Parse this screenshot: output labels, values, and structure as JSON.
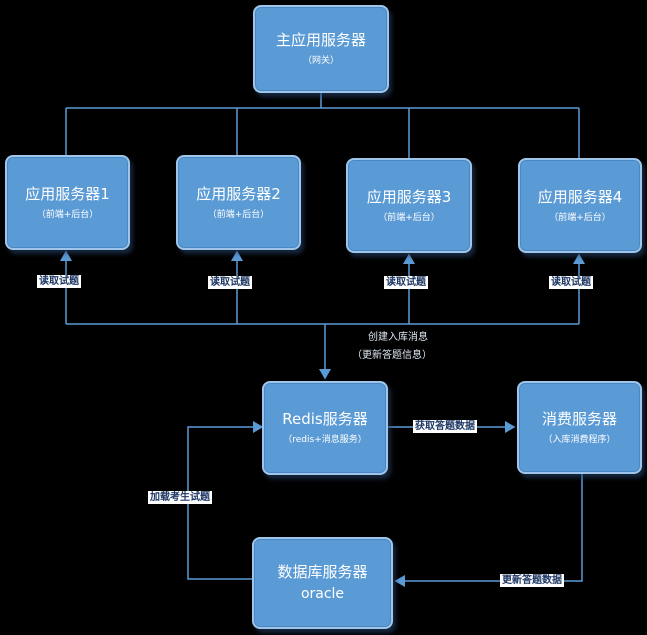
{
  "nodes": {
    "gateway": {
      "title": "主应用服务器",
      "subtitle": "（网关）"
    },
    "app1": {
      "title": "应用服务器1",
      "subtitle": "（前端+后台）"
    },
    "app2": {
      "title": "应用服务器2",
      "subtitle": "（前端+后台）"
    },
    "app3": {
      "title": "应用服务器3",
      "subtitle": "（前端+后台）"
    },
    "app4": {
      "title": "应用服务器4",
      "subtitle": "（前端+后台）"
    },
    "redis": {
      "title": "Redis服务器",
      "subtitle": "（redis+消息服务）"
    },
    "consumer": {
      "title": "消费服务器",
      "subtitle": "（入库消费程序）"
    },
    "db": {
      "title": "数据库服务器",
      "subtitle": "oracle"
    }
  },
  "edges": {
    "read_exam_1": "读取试题",
    "read_exam_2": "读取试题",
    "read_exam_3": "读取试题",
    "read_exam_4": "读取试题",
    "create_msg_line1": "创建入库消息",
    "create_msg_line2": "（更新答题信息）",
    "fetch_answer": "获取答题数据",
    "update_answer": "更新答题数据",
    "load_exam": "加载考生试题"
  },
  "colors": {
    "box_fill": "#5b9bd5",
    "line": "#5b9bd5",
    "background": "#000000"
  }
}
